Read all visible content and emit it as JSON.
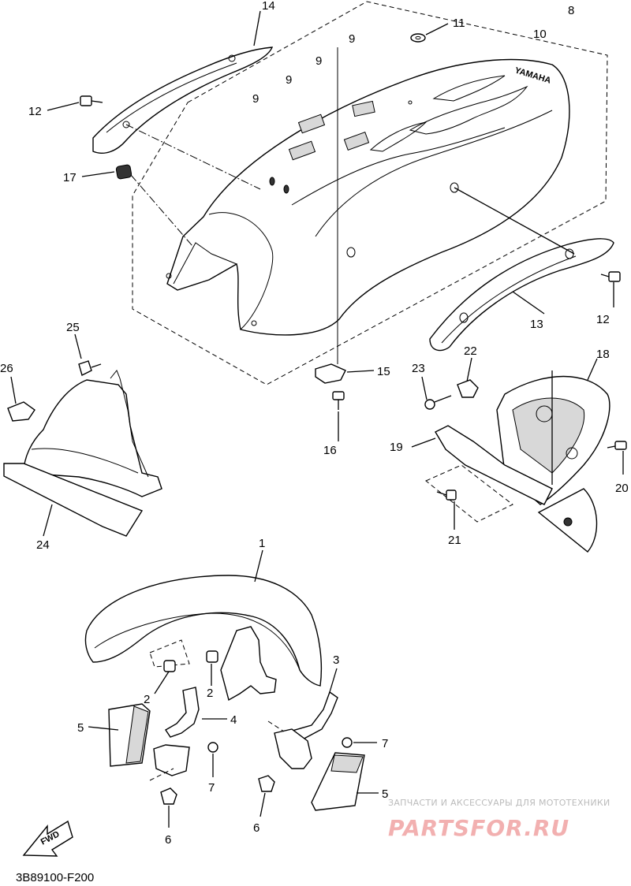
{
  "diagram_code": "3B89100-F200",
  "watermark": {
    "tagline": "ЗАПЧАСТИ И АКСЕССУАРЫ ДЛЯ МОТОТЕХНИКИ",
    "logo": "PARTSFOR.RU"
  },
  "fwd_label": "FWD",
  "fender_badge": "YAMAHA",
  "callouts": {
    "c1": "1",
    "c2a": "2",
    "c2b": "2",
    "c3": "3",
    "c4": "4",
    "c5a": "5",
    "c5b": "5",
    "c6a": "6",
    "c6b": "6",
    "c7a": "7",
    "c7b": "7",
    "c8": "8",
    "c9a": "9",
    "c9b": "9",
    "c9c": "9",
    "c9d": "9",
    "c10": "10",
    "c11": "11",
    "c12a": "12",
    "c12b": "12",
    "c13": "13",
    "c14": "14",
    "c15": "15",
    "c16": "16",
    "c17": "17",
    "c18": "18",
    "c19": "19",
    "c20": "20",
    "c21": "21",
    "c22": "22",
    "c23": "23",
    "c24": "24",
    "c25": "25",
    "c26": "26"
  },
  "colors": {
    "ink": "#000000",
    "watermark_logo": "#f2b0b0",
    "watermark_text": "#bbbbbb"
  }
}
